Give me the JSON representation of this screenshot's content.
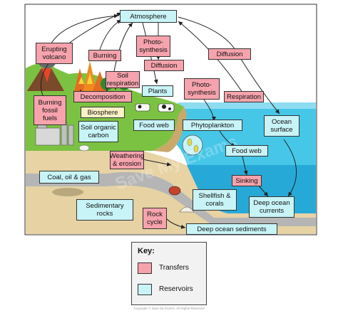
{
  "labels": {
    "atmosphere": "Atmosphere",
    "erupting_volcano": "Erupting\nvolcano",
    "burning": "Burning",
    "photosynthesis_top": "Photo-\nsynthesis",
    "diffusion_left": "Diffusion",
    "diffusion_right": "Diffusion",
    "soil_respiration": "Soil\nrespiration",
    "plants": "Plants",
    "decomposition": "Decomposition",
    "photosynthesis_mid": "Photo-\nsynthesis",
    "respiration": "Respiration",
    "burning_fossil_fuels": "Burning\nfossil\nfuels",
    "biosphere": "Biosphere",
    "soil_organic_carbon": "Soil organic\ncarbon",
    "food_web_land": "Food web",
    "phytoplankton": "Phytoplankton",
    "ocean_surface": "Ocean\nsurface",
    "food_web_ocean": "Food web",
    "weathering_erosion": "Weathering\n& erosion",
    "coal_oil_gas": "Coal, oil & gas",
    "sinking": "Sinking",
    "shellfish_corals": "Shellfish &\ncorals",
    "deep_ocean_currents": "Deep ocean\ncurrents",
    "sedimentary_rocks": "Sedimentary\nrocks",
    "rock_cycle": "Rock\ncycle",
    "deep_ocean_sediments": "Deep ocean sediments"
  },
  "watermark": "Save My Exams",
  "key": {
    "title": "Key:",
    "transfers": "Transfers",
    "reservoirs": "Reservoirs"
  },
  "footer": "Copyright © Save My Exams. All Rights Reserved",
  "colors": {
    "transfer": "#f6a3ad",
    "reservoir": "#c8f4f7",
    "sky": "#ffffff",
    "sea": "#46c7e8",
    "grass": "#7cc242",
    "sediment": "#e8d3a5",
    "rock": "#a9a9a9"
  }
}
